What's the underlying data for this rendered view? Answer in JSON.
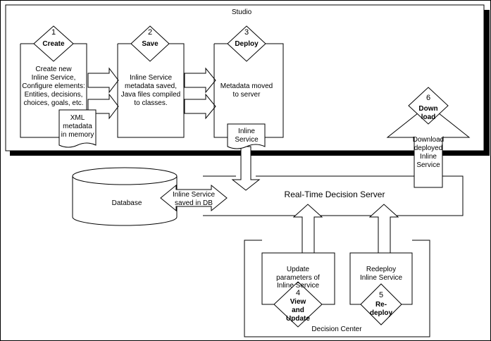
{
  "studio": {
    "title": "Studio"
  },
  "steps": {
    "create": {
      "number": "1",
      "name": "Create",
      "text": [
        "Create new",
        "Inline Service,",
        "Configure elements:",
        "Entities, decisions,",
        "choices, goals, etc."
      ]
    },
    "save": {
      "number": "2",
      "name": "Save",
      "text": [
        "Inline Service",
        "metadata saved,",
        "Java files compiled",
        "to classes."
      ]
    },
    "deploy": {
      "number": "3",
      "name": "Deploy",
      "text": [
        "Metadata moved",
        "to server"
      ]
    },
    "download": {
      "number": "6",
      "name": [
        "Down",
        "load"
      ],
      "text": [
        "Download",
        "deployed",
        "Inline",
        "Service"
      ]
    },
    "view_update": {
      "number": "4",
      "name": [
        "View",
        "and",
        "Update"
      ],
      "text": [
        "Update",
        "parameters of",
        "Inline Service"
      ]
    },
    "redeploy": {
      "number": "5",
      "name": [
        "Re-",
        "deploy"
      ],
      "text": [
        "Redeploy",
        "Inline Service"
      ]
    }
  },
  "documents": {
    "xml_metadata": [
      "XML",
      "metadata",
      "in memory"
    ],
    "inline_service": [
      "Inline",
      "Service"
    ]
  },
  "database": {
    "label": "Database"
  },
  "db_arrow": {
    "text": [
      "Inline Service",
      "saved in DB"
    ]
  },
  "rtds": {
    "label": "Real-Time Decision Server"
  },
  "decision_center": {
    "label": "Decision Center"
  }
}
